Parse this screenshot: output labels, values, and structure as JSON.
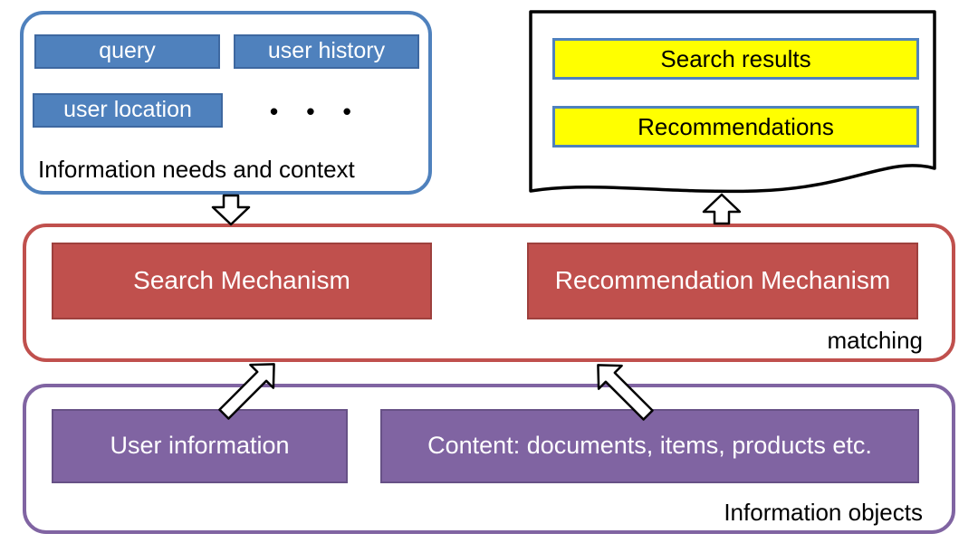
{
  "colors": {
    "blue_fill": "#4f81bd",
    "yellow_fill": "#ffff00",
    "red_fill": "#c0504d",
    "purple_fill": "#8064a2",
    "outline_black": "#000000"
  },
  "needs": {
    "label": "Information needs and context",
    "items": [
      "query",
      "user history",
      "user location"
    ],
    "ellipsis": "• • •"
  },
  "output": {
    "items": [
      "Search results",
      "Recommendations"
    ]
  },
  "matching": {
    "label": "matching",
    "items": [
      "Search Mechanism",
      "Recommendation Mechanism"
    ]
  },
  "objects": {
    "label": "Information objects",
    "items": [
      "User information",
      "Content: documents, items, products etc."
    ]
  }
}
